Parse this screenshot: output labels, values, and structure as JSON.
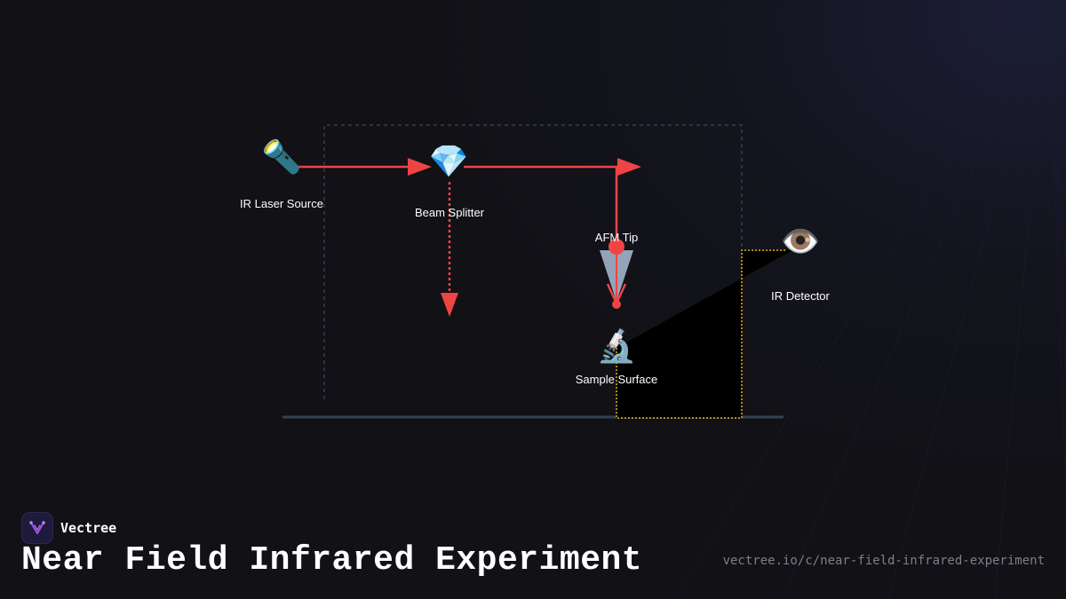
{
  "brand": {
    "name": "Vectree",
    "logo_icon": "vectree-logo-icon",
    "accent": "#a855f7"
  },
  "title": "Near Field Infrared Experiment",
  "url": "vectree.io/c/near-field-infrared-experiment",
  "colors": {
    "background": "#111116",
    "beam": "#ef4444",
    "detector_path": "#eab308",
    "frame": "#334155",
    "tip_cone": "#94a3b8"
  },
  "diagram": {
    "nodes": [
      {
        "id": "laser",
        "label": "IR Laser Source",
        "icon": "flashlight-icon",
        "glyph": "🔦"
      },
      {
        "id": "splitter",
        "label": "Beam Splitter",
        "icon": "gem-icon",
        "glyph": "💎"
      },
      {
        "id": "tip",
        "label": "AFM Tip",
        "icon": "afm-tip-icon",
        "glyph": ""
      },
      {
        "id": "detector",
        "label": "IR Detector",
        "icon": "eye-icon",
        "glyph": "👁️"
      },
      {
        "id": "sample",
        "label": "Sample Surface",
        "icon": "microscope-icon",
        "glyph": "🔬"
      }
    ],
    "connections": [
      {
        "from": "laser",
        "to": "splitter",
        "style": "solid"
      },
      {
        "from": "splitter",
        "to": "tip",
        "style": "solid"
      },
      {
        "from": "splitter",
        "to": "down",
        "style": "dotted"
      },
      {
        "from": "tip",
        "to": "sample",
        "style": "solid"
      },
      {
        "from": "sample",
        "to": "detector",
        "style": "dotted"
      }
    ]
  }
}
